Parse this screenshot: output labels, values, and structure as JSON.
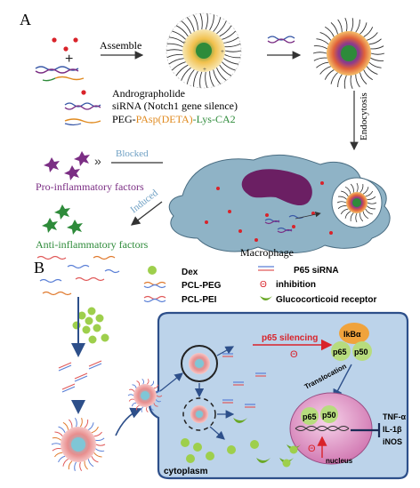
{
  "panel_a": {
    "label": "A",
    "assemble": "Assemble",
    "endocytosis": "Endocytosis",
    "legend": {
      "item1": "Andrographolide",
      "item2": "siRNA (Notch1 gene silence)",
      "item3_peg": "PEG-",
      "item3_pasp": "PAsp(DETA)",
      "item3_lys": "-Lys-CA2"
    },
    "blocked": "Blocked",
    "induced": "Induced",
    "pro_inflammatory": "Pro-inflammatory factors",
    "anti_inflammatory": "Anti-inflammatory factors",
    "macrophage": "Macrophage",
    "colors": {
      "pro": "#7b2e84",
      "anti": "#2e8b3a",
      "peg": "#e08a1f",
      "lys": "#2e8b3a",
      "red": "#d9232a",
      "cell": "#8fb3c6",
      "nucleus": "#6b1f63"
    }
  },
  "panel_b": {
    "label": "B",
    "legend": {
      "dex": "Dex",
      "pcl_peg": "PCL-PEG",
      "pcl_pei": "PCL-PEI",
      "p65_sirna": "P65 siRNA",
      "inhibition": "inhibition",
      "gr": "Glucocorticoid receptor"
    },
    "p65_silencing": "p65 silencing",
    "ikba": "IkBα",
    "p65": "p65",
    "p50": "p50",
    "translocation": "Translocation",
    "tnf": "TNF-α",
    "il1b": "IL-1β",
    "inos": "iNOS",
    "nucleus": "nucleus",
    "cytoplasm": "cytoplasm",
    "theta": "Θ",
    "colors": {
      "cell_fill": "#bcd3ea",
      "cell_border": "#2d4f8a",
      "nucleus_fill": "#e7a6cf",
      "ikba": "#f0a33c",
      "p65": "#b7dc7e",
      "dex": "#9ecf4c"
    }
  }
}
